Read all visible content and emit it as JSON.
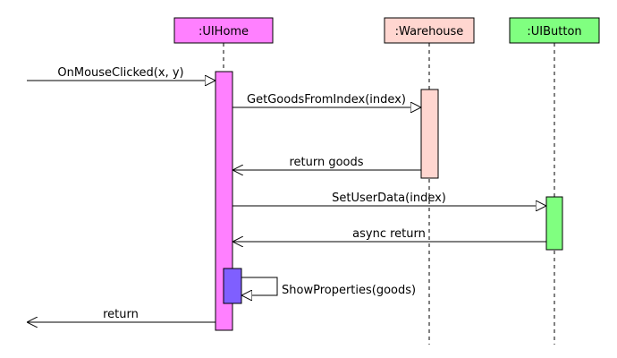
{
  "colors": {
    "uihome": "#ff80ff",
    "warehouse": "#ffd6d0",
    "uibutton": "#80ff80",
    "self_call": "#7f5fff",
    "line": "#000000"
  },
  "participants": [
    {
      "id": "uihome",
      "label": ":UIHome"
    },
    {
      "id": "warehouse",
      "label": ":Warehouse"
    },
    {
      "id": "uibutton",
      "label": ":UIButton"
    }
  ],
  "messages": [
    {
      "id": "m1",
      "label": "OnMouseClicked(x, y)",
      "kind": "call"
    },
    {
      "id": "m2",
      "label": "GetGoodsFromIndex(index)",
      "kind": "call"
    },
    {
      "id": "m3",
      "label": "return goods",
      "kind": "return"
    },
    {
      "id": "m4",
      "label": "SetUserData(index)",
      "kind": "call"
    },
    {
      "id": "m5",
      "label": "async return",
      "kind": "return"
    },
    {
      "id": "m6",
      "label": "ShowProperties(goods)",
      "kind": "self"
    },
    {
      "id": "m7",
      "label": "return",
      "kind": "return"
    }
  ]
}
